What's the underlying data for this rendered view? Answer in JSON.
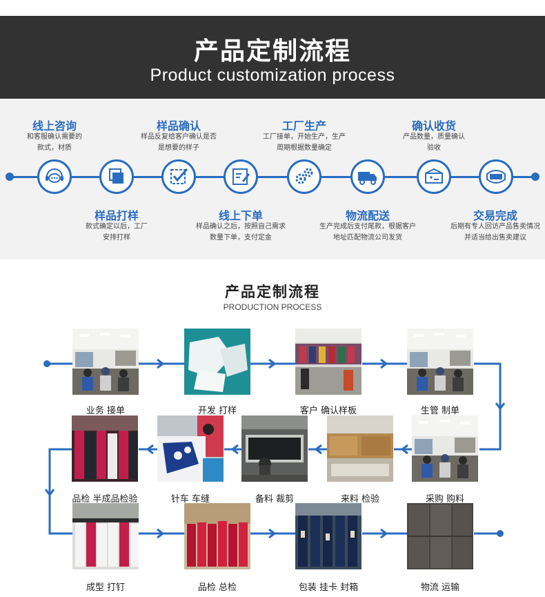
{
  "header": {
    "title": "产品定制流程",
    "subtitle": "Product customization process"
  },
  "steps": [
    {
      "title": "线上咨询",
      "desc": [
        "和客服确认需要的",
        "款式，材质"
      ],
      "icon": "chat-bubble-icon"
    },
    {
      "title": "样品打样",
      "desc": [
        "款式确定以后，工厂",
        "安排打样"
      ],
      "icon": "layers-icon"
    },
    {
      "title": "样品确认",
      "desc": [
        "样品反复给客户确认是否",
        "是想要的样子"
      ],
      "icon": "checkbox-icon"
    },
    {
      "title": "线上下单",
      "desc": [
        "样品确认之后，按照自己需求",
        "数量下单，支付定金"
      ],
      "icon": "edit-icon"
    },
    {
      "title": "工厂生产",
      "desc": [
        "工厂接单，开始生产，生产",
        "周期根据数量确定"
      ],
      "icon": "gears-icon"
    },
    {
      "title": "物流配送",
      "desc": [
        "生产完成后支付尾款，根据客户",
        "地址匹配物流公司发货"
      ],
      "icon": "truck-icon"
    },
    {
      "title": "确认收货",
      "desc": [
        "产品数量，质量确认",
        "验收"
      ],
      "icon": "box-icon"
    },
    {
      "title": "交易完成",
      "desc": [
        "后期有专人回访产品售卖情况",
        "并适当给出售卖建议"
      ],
      "icon": "stamp-icon"
    }
  ],
  "production": {
    "title": "产品定制流程",
    "subtitle": "PRODUCTION PROCESS",
    "items": [
      {
        "label": "业务 接单",
        "scene": "office"
      },
      {
        "label": "开发 打样",
        "scene": "paper"
      },
      {
        "label": "客户 确认样板",
        "scene": "showroom"
      },
      {
        "label": "生管 制单",
        "scene": "office"
      },
      {
        "label": "采购 购料",
        "scene": "office"
      },
      {
        "label": "来料 检验",
        "scene": "warehouse"
      },
      {
        "label": "备料 裁剪",
        "scene": "cutting"
      },
      {
        "label": "针车 车缝",
        "scene": "sewing"
      },
      {
        "label": "品检 半成品检验",
        "scene": "bags"
      },
      {
        "label": "成型 打钉",
        "scene": "whitebags"
      },
      {
        "label": "品检 总检",
        "scene": "redbags"
      },
      {
        "label": "包装 挂卡 封箱",
        "scene": "navy"
      },
      {
        "label": "物流 运输",
        "scene": "boxes"
      }
    ]
  },
  "colors": {
    "accent": "#2a6cc0",
    "banner": "#323232",
    "panel": "#f2f2f2"
  }
}
